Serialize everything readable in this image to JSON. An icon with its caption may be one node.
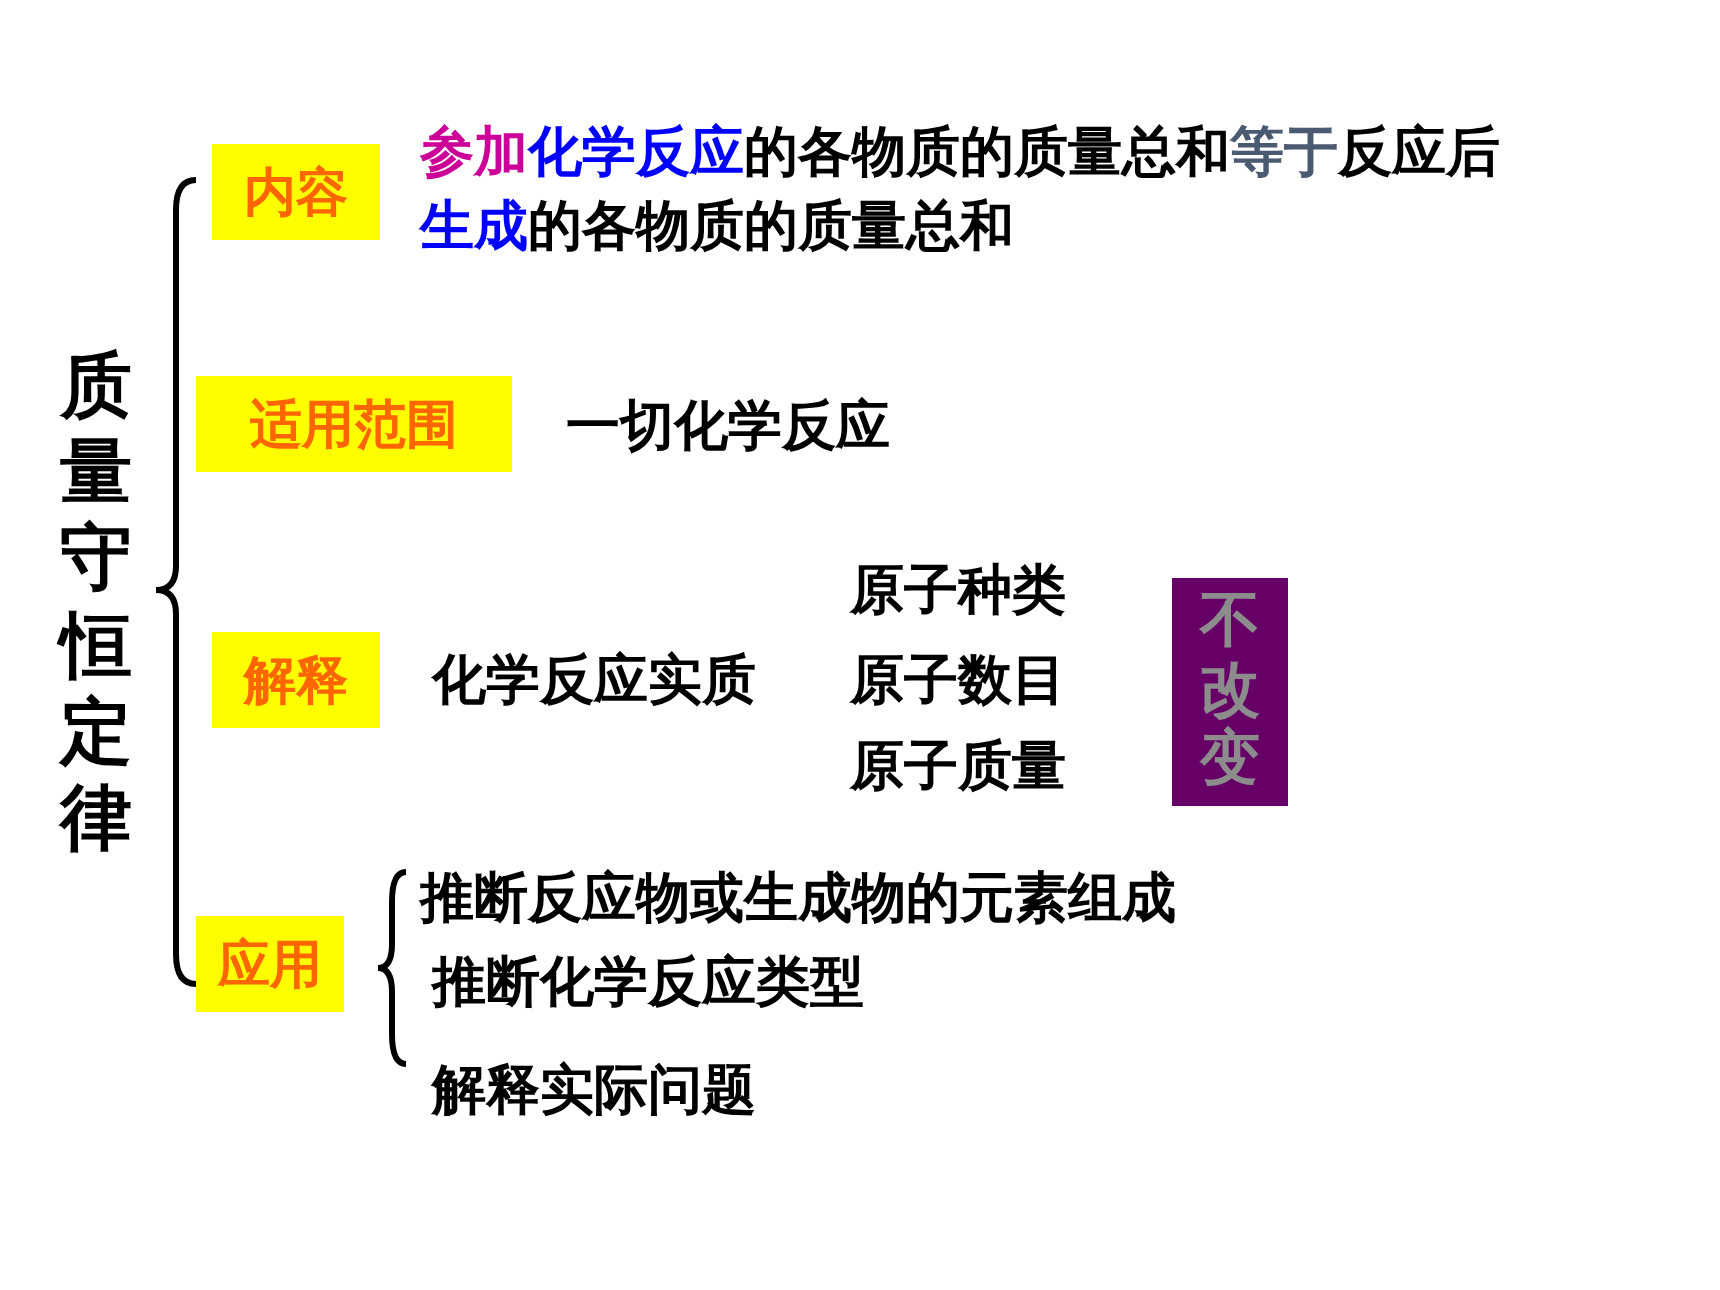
{
  "diagram": {
    "nodes": [
      {
        "text": [
          "内容"
        ]
      },
      {
        "text": [
          "适用范围"
        ]
      },
      {
        "text": [
          "解释"
        ]
      },
      {
        "text": [
          "应用"
        ]
      },
      {
        "text": [
          "不改变"
        ]
      }
    ],
    "labels": [
      "质量守恒定律",
      "参加化学反应的各物质的质量总和等于反应后生成的各物质的质量总和",
      "一切化学反应",
      "原子种类",
      "化学反应实质",
      "原子数目",
      "原子质量",
      "推断反应物或生成物的元素组成",
      "推断化学反应类型",
      "解释实际问题"
    ]
  }
}
